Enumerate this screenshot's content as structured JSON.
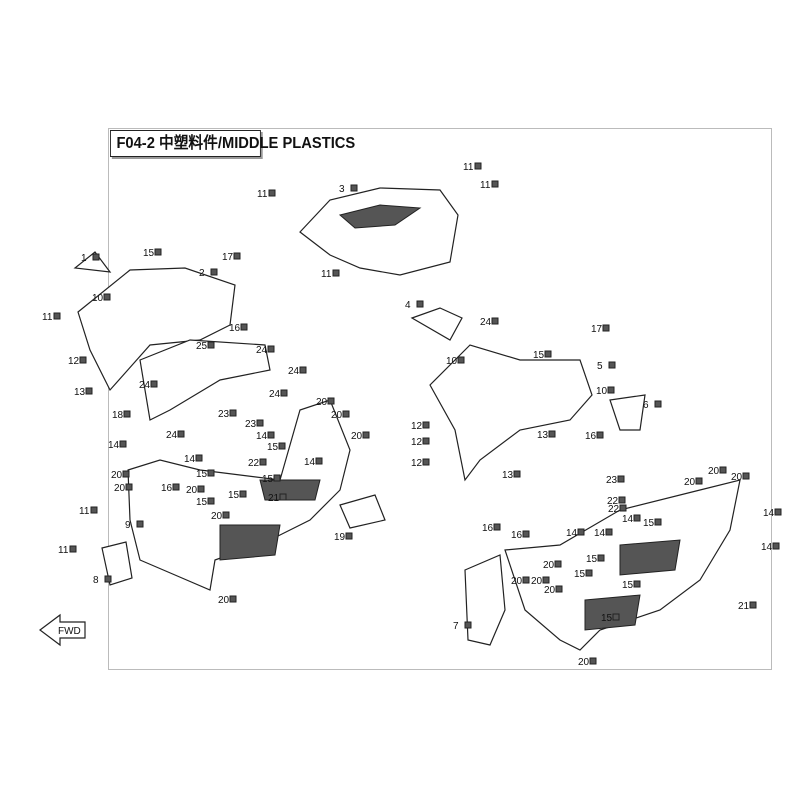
{
  "title": "F04-2 中塑料件/MIDDLE PLASTICS",
  "fwd_label": "FWD",
  "callouts": [
    "1",
    "15",
    "17",
    "2",
    "10",
    "11",
    "12",
    "13",
    "16",
    "25",
    "24",
    "24",
    "24",
    "24",
    "18",
    "24",
    "23",
    "23",
    "20",
    "20",
    "14",
    "15",
    "22",
    "20",
    "14",
    "21",
    "15",
    "14",
    "20",
    "20",
    "16",
    "20",
    "15",
    "15",
    "20",
    "15",
    "14",
    "9",
    "11",
    "11",
    "8",
    "20",
    "19",
    "3",
    "11",
    "11",
    "11",
    "11",
    "4",
    "24",
    "17",
    "15",
    "5",
    "10",
    "10",
    "6",
    "12",
    "12",
    "12",
    "13",
    "16",
    "13",
    "23",
    "20",
    "20",
    "20",
    "22",
    "22",
    "14",
    "15",
    "14",
    "14",
    "16",
    "16",
    "14",
    "14",
    "20",
    "20",
    "20",
    "20",
    "15",
    "15",
    "15",
    "21",
    "7",
    "20",
    "15"
  ]
}
